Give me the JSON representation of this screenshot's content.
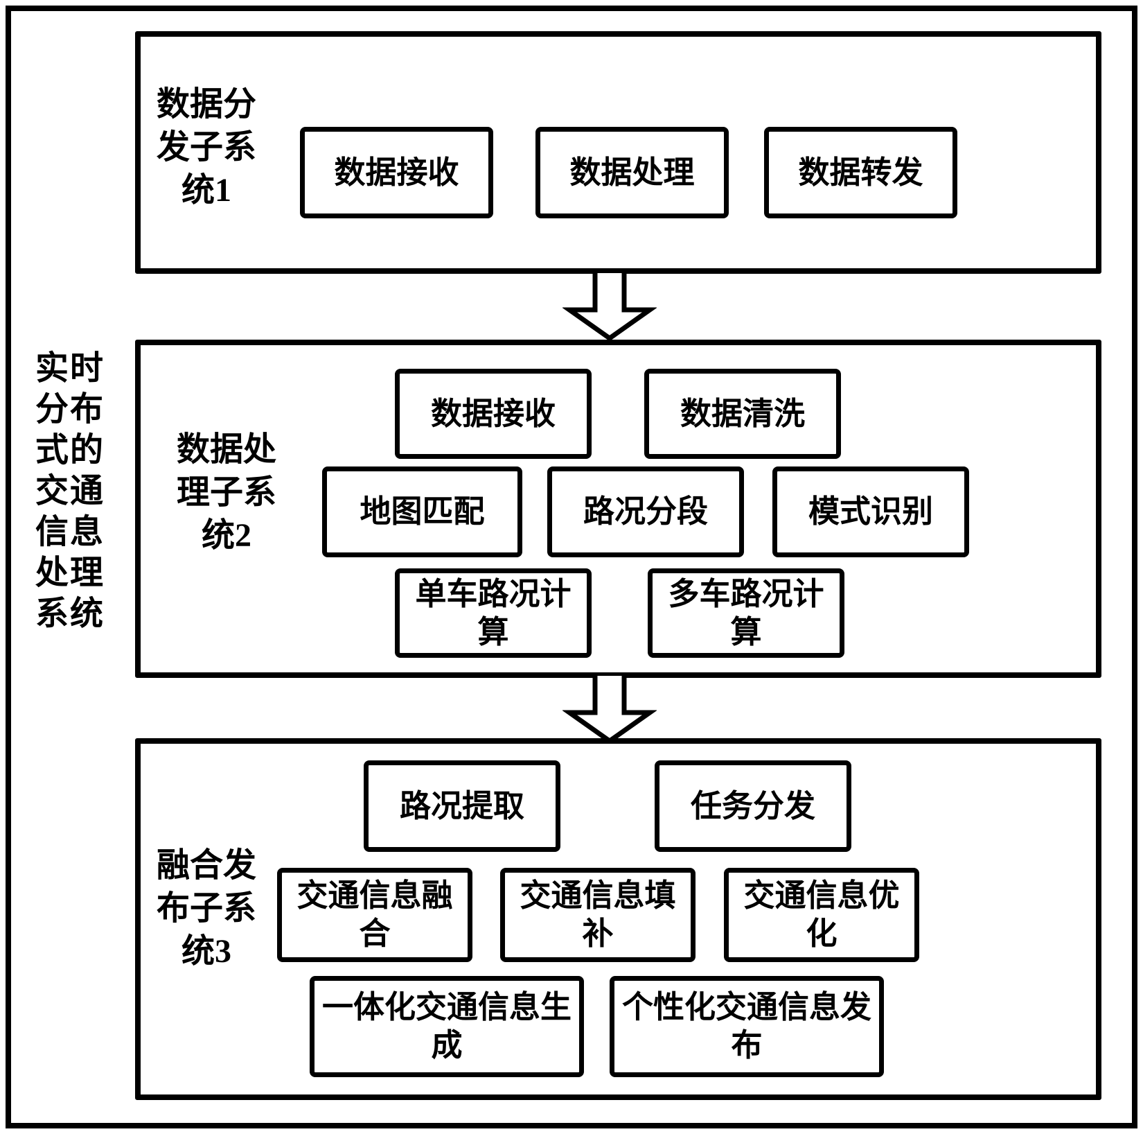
{
  "diagram": {
    "system_label": "实时\n分布\n式的\n交通\n信息\n处理\n系统",
    "colors": {
      "ink": "#000000",
      "background": "#ffffff"
    },
    "subsystems": [
      {
        "label": "数据分\n发子系\n统1",
        "modules": [
          {
            "label": "数据接收"
          },
          {
            "label": "数据处理"
          },
          {
            "label": "数据转发"
          }
        ]
      },
      {
        "label": "数据处\n理子系\n统2",
        "modules": [
          {
            "label": "数据接收"
          },
          {
            "label": "数据清洗"
          },
          {
            "label": "地图匹配"
          },
          {
            "label": "路况分段"
          },
          {
            "label": "模式识别"
          },
          {
            "label": "单车路况计\n算"
          },
          {
            "label": "多车路况计\n算"
          }
        ]
      },
      {
        "label": "融合发\n布子系\n统3",
        "modules": [
          {
            "label": "路况提取"
          },
          {
            "label": "任务分发"
          },
          {
            "label": "交通信息融\n合"
          },
          {
            "label": "交通信息填\n补"
          },
          {
            "label": "交通信息优\n化"
          },
          {
            "label": "一体化交通信息生\n成"
          },
          {
            "label": "个性化交通信息发\n布"
          }
        ]
      }
    ]
  }
}
